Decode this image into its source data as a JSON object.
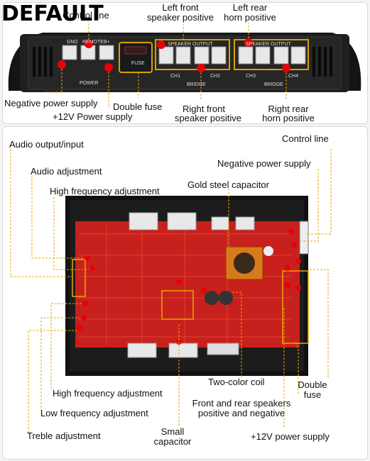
{
  "watermark": "DEFAULT",
  "top_panel": {
    "labels": {
      "control_line": "Control line",
      "left_front_line1": "Left front",
      "left_front_line2": "speaker positive",
      "left_rear_line1": "Left rear",
      "left_rear_line2": "horn positive",
      "negative_power": "Negative power supply",
      "power_12v": "+12V Power supply",
      "double_fuse": "Double fuse",
      "right_front_line1": "Right front",
      "right_front_line2": "speaker positive",
      "right_rear_line1": "Right rear",
      "right_rear_line2": "horn positive"
    },
    "device_text": {
      "gnd": "GND",
      "remote": "REMOTE",
      "bplus": "B+",
      "power": "POWER",
      "fuse": "FUSE",
      "speaker_output_1": "SPEAKER OUTPUT",
      "speaker_output_2": "SPEAKER OUTPUT",
      "ch1": "CH1",
      "ch2": "CH2",
      "ch3": "CH3",
      "ch4": "CH4",
      "bridge_1": "BRIDGE",
      "bridge_2": "BRIDGE"
    }
  },
  "bottom_panel": {
    "labels": {
      "audio_output_input": "Audio output/input",
      "control_line": "Control line",
      "audio_adjustment": "Audio adjustment",
      "negative_power": "Negative power supply",
      "high_freq_top": "High frequency adjustment",
      "gold_steel": "Gold steel capacitor",
      "high_freq_bottom": "High frequency adjustment",
      "two_color_coil": "Two-color coil",
      "double_fuse_line1": "Double",
      "double_fuse_line2": "fuse",
      "low_freq": "Low frequency adjustment",
      "front_rear_line1": "Front and rear speakers",
      "front_rear_line2": "positive and negative",
      "treble": "Treble adjustment",
      "small_cap_line1": "Small",
      "small_cap_line2": "capacitor",
      "power_12v": "+12V power supply"
    }
  },
  "colors": {
    "callout": "#e6a800",
    "marker": "#e8000b",
    "chassis": "#1c1c1c",
    "pcb": "#c8201c",
    "heatsink": "#d87a1a"
  }
}
